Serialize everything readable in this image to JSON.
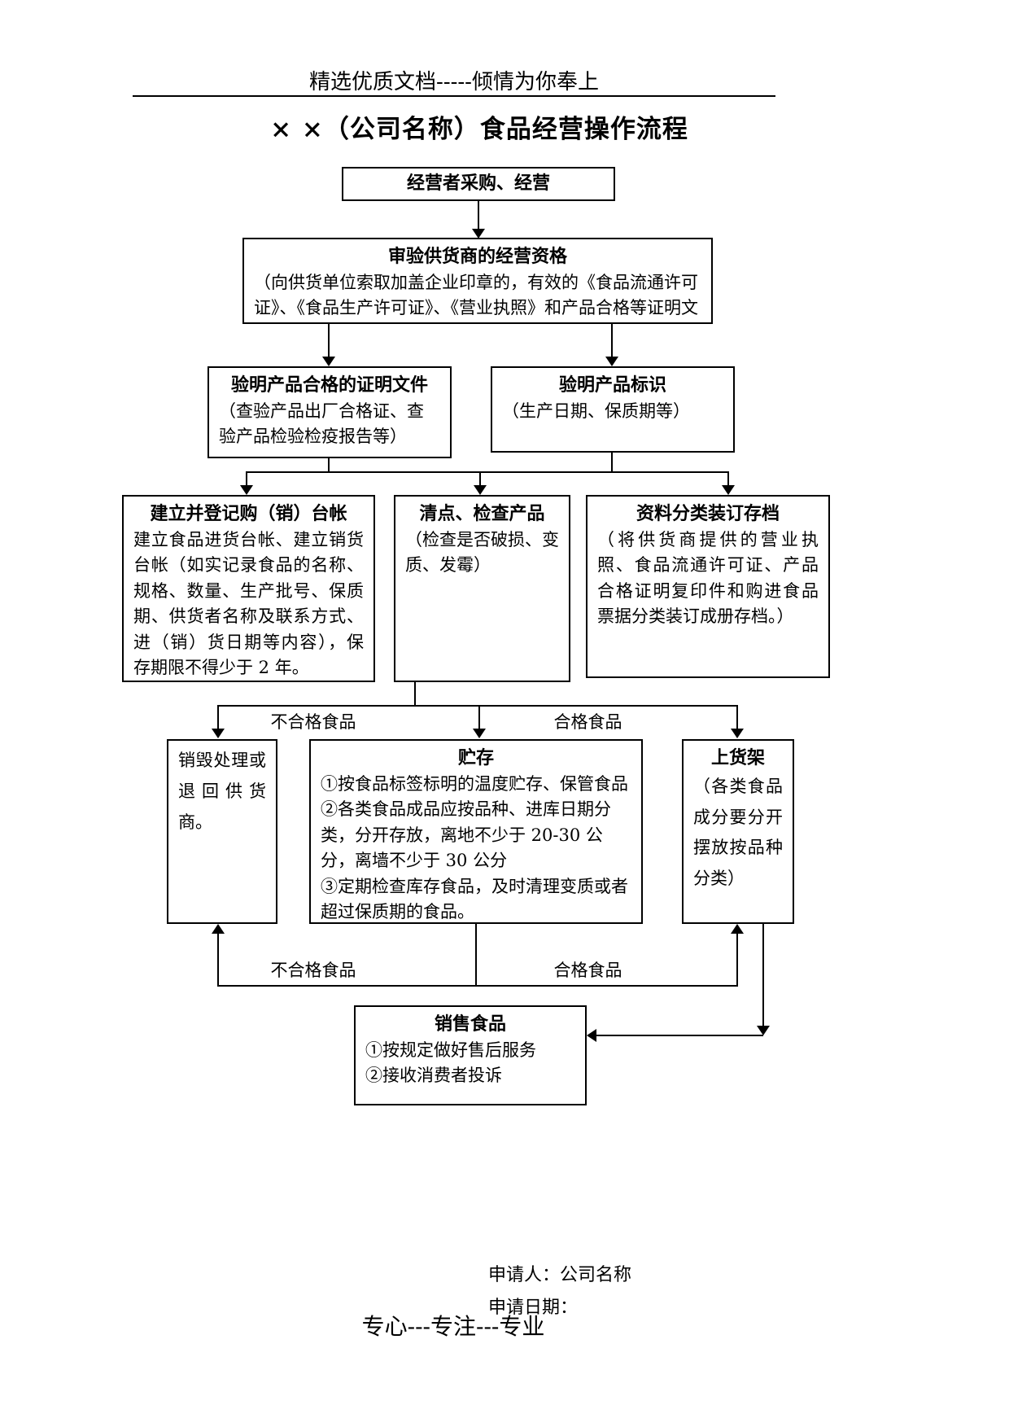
{
  "page": {
    "header_text": "精选优质文档-----倾情为你奉上",
    "title": "× ×（公司名称）食品经营操作流程",
    "applicant_line": "申请人：公司名称",
    "date_line": "申请日期：",
    "footer_text": "专心---专注---专业"
  },
  "nodes": {
    "start": {
      "title": "经营者采购、经营"
    },
    "verify_supplier": {
      "title": "审验供货商的经营资格",
      "body": "（向供货单位索取加盖企业印章的，有效的《食品流通许可证》、《食品生产许可证》、《营业执照》和产品合格等证明文"
    },
    "verify_certificates": {
      "title": "验明产品合格的证明文件",
      "body": "（查验产品出厂合格证、查验产品检验检疫报告等）"
    },
    "verify_labeling": {
      "title": "验明产品标识",
      "body": "（生产日期、保质期等）"
    },
    "ledger": {
      "title": "建立并登记购（销）台帐",
      "body": "建立食品进货台帐、建立销货台帐（如实记录食品的名称、规格、数量、生产批号、保质期、供货者名称及联系方式、进（销）货日期等内容），保存期限不得少于 2 年。"
    },
    "check_products": {
      "title": "清点、检查产品",
      "body": "（检查是否破损、变质、发霉）"
    },
    "archive": {
      "title": "资料分类装订存档",
      "body": "（将供货商提供的营业执照、食品流通许可证、产品合格证明复印件和购进食品票据分类装订成册存档。）"
    },
    "destroy_return": {
      "body": "销毁处理或退回供货商。"
    },
    "storage": {
      "title": "贮存",
      "line1": "①按食品标签标明的温度贮存、保管食品",
      "line2": "②各类食品成品应按品种、进库日期分类，分开存放，离地不少于 20-30 公分，离墙不少于 30 公分",
      "line3": "③定期检查库存食品，及时清理变质或者超过保质期的食品。"
    },
    "shelf": {
      "title": "上货架",
      "body": "（各类食品成分要分开摆放按品种分类）"
    },
    "sell": {
      "title": "销售食品",
      "line1": "①按规定做好售后服务",
      "line2": "②接收消费者投诉"
    }
  },
  "edge_labels": {
    "unqualified_top": "不合格食品",
    "qualified_top": "合格食品",
    "unqualified_bottom": "不合格食品",
    "qualified_bottom": "合格食品"
  }
}
